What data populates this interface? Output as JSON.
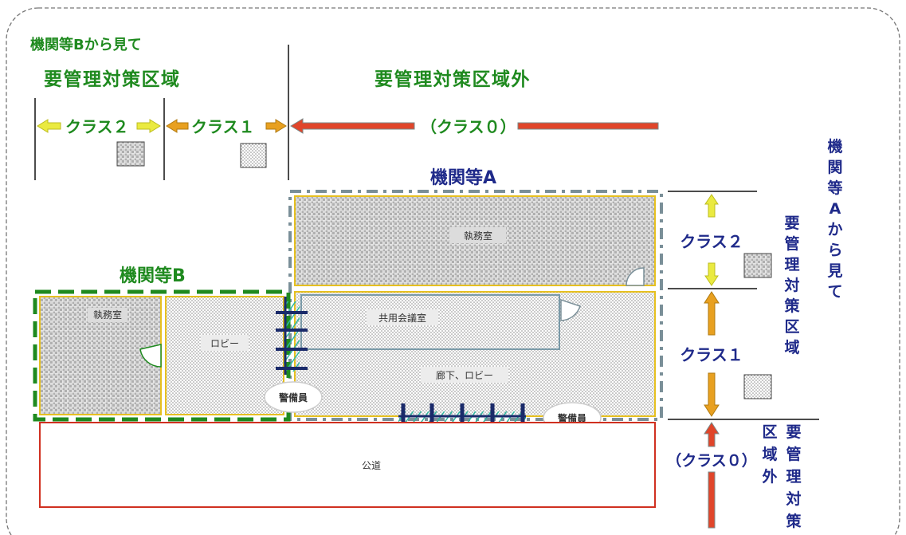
{
  "colors": {
    "green": "#1f8a1f",
    "navy": "#1f2a8a",
    "red_arrow": "#e0452a",
    "orange_arrow": "#e8a020",
    "yellow_arrow": "#eaea40",
    "room_border": "#e6c020",
    "road_border": "#d03020",
    "slate_dash": "#7a8f98"
  },
  "labels": {
    "b_view_title": "機関等Bから見て",
    "b_controlled": "要管理対策区域",
    "b_outside": "要管理対策区域外",
    "class2": "クラス２",
    "class1": "クラス１",
    "class0_paren": "（クラス０）",
    "org_a": "機関等A",
    "org_b": "機関等B"
  },
  "rooms": {
    "a_office": "執務室",
    "b_office": "執務室",
    "lobby": "ロビー",
    "conference": "共用会議室",
    "corridor": "廊下、ロビー",
    "road": "公道",
    "guard1": "警備員",
    "guard2": "警備員"
  },
  "right_side": {
    "vert_a_view": "機関等Aから見て",
    "vert_controlled": "要管理対策区域",
    "vert_outside": "要管理対策区域外",
    "class2": "クラス２",
    "class1": "クラス１",
    "class0": "（クラス０）"
  }
}
